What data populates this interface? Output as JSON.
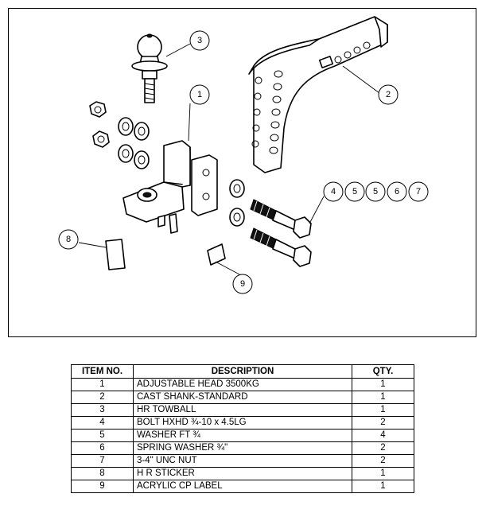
{
  "callouts": [
    "3",
    "1",
    "2",
    "4",
    "5",
    "5",
    "6",
    "7",
    "8",
    "9"
  ],
  "table": {
    "headers": [
      "ITEM NO.",
      "DESCRIPTION",
      "QTY."
    ],
    "rows": [
      {
        "item": "1",
        "description": "ADJUSTABLE HEAD 3500KG",
        "qty": "1"
      },
      {
        "item": "2",
        "description": "CAST SHANK-STANDARD",
        "qty": "1"
      },
      {
        "item": "3",
        "description": "HR TOWBALL",
        "qty": "1"
      },
      {
        "item": "4",
        "description": "BOLT HXHD ¾-10 x 4.5LG",
        "qty": "2"
      },
      {
        "item": "5",
        "description": "WASHER FT ¾",
        "qty": "4"
      },
      {
        "item": "6",
        "description": "SPRING WASHER ¾\"",
        "qty": "2"
      },
      {
        "item": "7",
        "description": "3-4\" UNC NUT",
        "qty": "2"
      },
      {
        "item": "8",
        "description": "H R STICKER",
        "qty": "1"
      },
      {
        "item": "9",
        "description": "ACRYLIC CP LABEL",
        "qty": "1"
      }
    ]
  }
}
